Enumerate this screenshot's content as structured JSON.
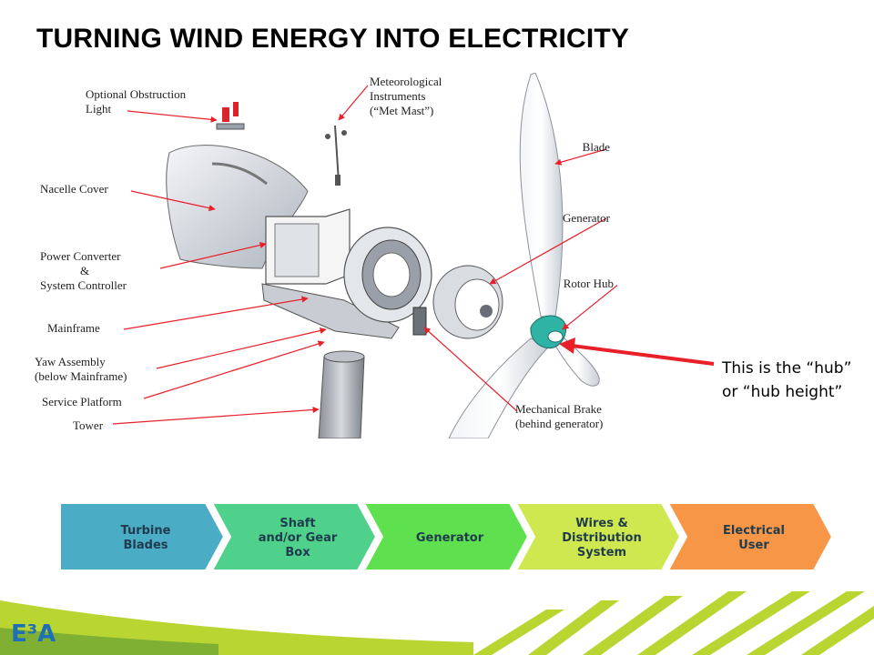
{
  "slide": {
    "title": "TURNING WIND ENERGY INTO ELECTRICITY",
    "hub_note": "This is the “hub” or “hub height”",
    "logo_text": "E³A"
  },
  "diagram": {
    "labels": [
      [
        "Optional Obstruction",
        "Light"
      ],
      [
        "Meteorological",
        "Instruments",
        "(“Met Mast”)"
      ],
      [
        "Blade"
      ],
      [
        "Nacelle Cover"
      ],
      [
        "Generator"
      ],
      [
        "Power Converter",
        "&",
        "System Controller"
      ],
      [
        "Rotor Hub"
      ],
      [
        "Mainframe"
      ],
      [
        "Yaw Assembly",
        "(below Mainframe)"
      ],
      [
        "Service Platform"
      ],
      [
        "Tower"
      ],
      [
        "Mechanical Brake",
        "(behind generator)"
      ]
    ]
  },
  "flow": {
    "steps": [
      {
        "lines": [
          "Turbine",
          "Blades"
        ],
        "color": "#4bacc6"
      },
      {
        "lines": [
          "Shaft",
          "and/or Gear",
          "Box"
        ],
        "color": "#4fd18b"
      },
      {
        "lines": [
          "Generator"
        ],
        "color": "#5fe04f"
      },
      {
        "lines": [
          "Wires &",
          "Distribution",
          "System"
        ],
        "color": "#cfe84f"
      },
      {
        "lines": [
          "Electrical",
          "User"
        ],
        "color": "#f79646"
      }
    ]
  }
}
